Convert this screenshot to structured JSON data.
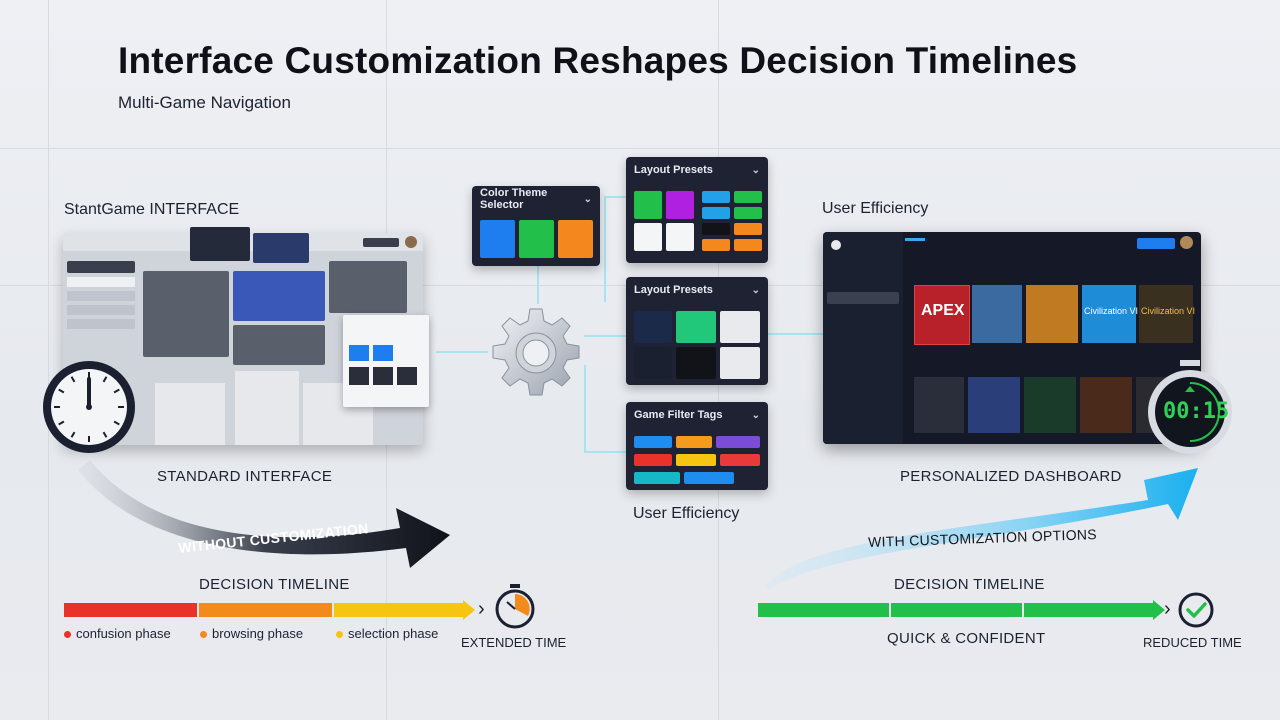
{
  "header": {
    "title": "Interface Customization Reshapes Decision Timelines",
    "subtitle": "Multi-Game Navigation"
  },
  "left": {
    "interface_label": "StantGame INTERFACE",
    "caption": "STANDARD INTERFACE",
    "arrow_text": "WITHOUT CUSTOMIZATION",
    "timeline_title": "DECISION TIMELINE",
    "phases": [
      {
        "label": "confusion phase",
        "color": "#e8322a"
      },
      {
        "label": "browsing phase",
        "color": "#f28a1c"
      },
      {
        "label": "selection phase",
        "color": "#f6c512"
      }
    ],
    "end_label": "EXTENDED TIME"
  },
  "center": {
    "color_selector_title": "Color Theme Selector",
    "colors": [
      "#1e7ef0",
      "#22c04a",
      "#f4881e"
    ],
    "layout_presets_title_1": "Layout Presets",
    "layout_presets_title_2": "Layout Presets",
    "game_filter_title": "Game Filter Tags",
    "tags": [
      "#1f8cf0",
      "#f49a1c",
      "#7a4cd8",
      "#e8322a",
      "#f6c512",
      "#e83a3a",
      "#16b8c8",
      "#1f8cf0"
    ],
    "caption": "User Efficiency"
  },
  "right": {
    "label": "User Efficiency",
    "caption": "PERSONALIZED DASHBOARD",
    "arrow_text": "WITH CUSTOMIZATION OPTIONS",
    "timeline_title": "DECISION TIMELINE",
    "timeline_caption": "QUICK & CONFIDENT",
    "end_label": "REDUCED TIME",
    "timer": "00:15",
    "games": [
      {
        "name": "APEX",
        "color": "#b8202a"
      },
      {
        "name": "",
        "color": "#3a6aa0"
      },
      {
        "name": "",
        "color": "#c07a22"
      },
      {
        "name": "Civilization VI",
        "color": "#1f8cd8"
      },
      {
        "name": "Civilization VI",
        "color": "#3a3020"
      }
    ]
  }
}
